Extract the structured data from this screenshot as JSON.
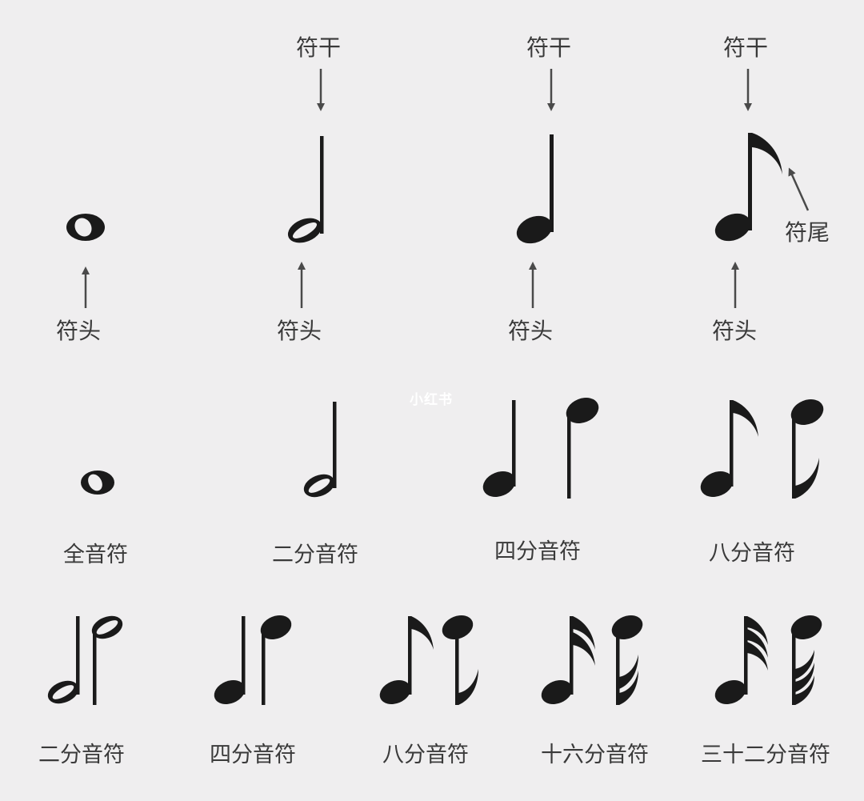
{
  "colors": {
    "background": "#efeeef",
    "note": "#1a1a1a",
    "label": "#3a3a3a",
    "arrow": "#4a4a4a"
  },
  "watermark": "小红书",
  "anatomy": {
    "stem_label": "符干",
    "head_label": "符头",
    "flag_label": "符尾"
  },
  "row1_captions": [
    "全音符",
    "二分音符",
    "四分音符",
    "八分音符"
  ],
  "row2_captions": [
    "二分音符",
    "四分音符",
    "八分音符",
    "十六分音符",
    "三十二分音符"
  ]
}
